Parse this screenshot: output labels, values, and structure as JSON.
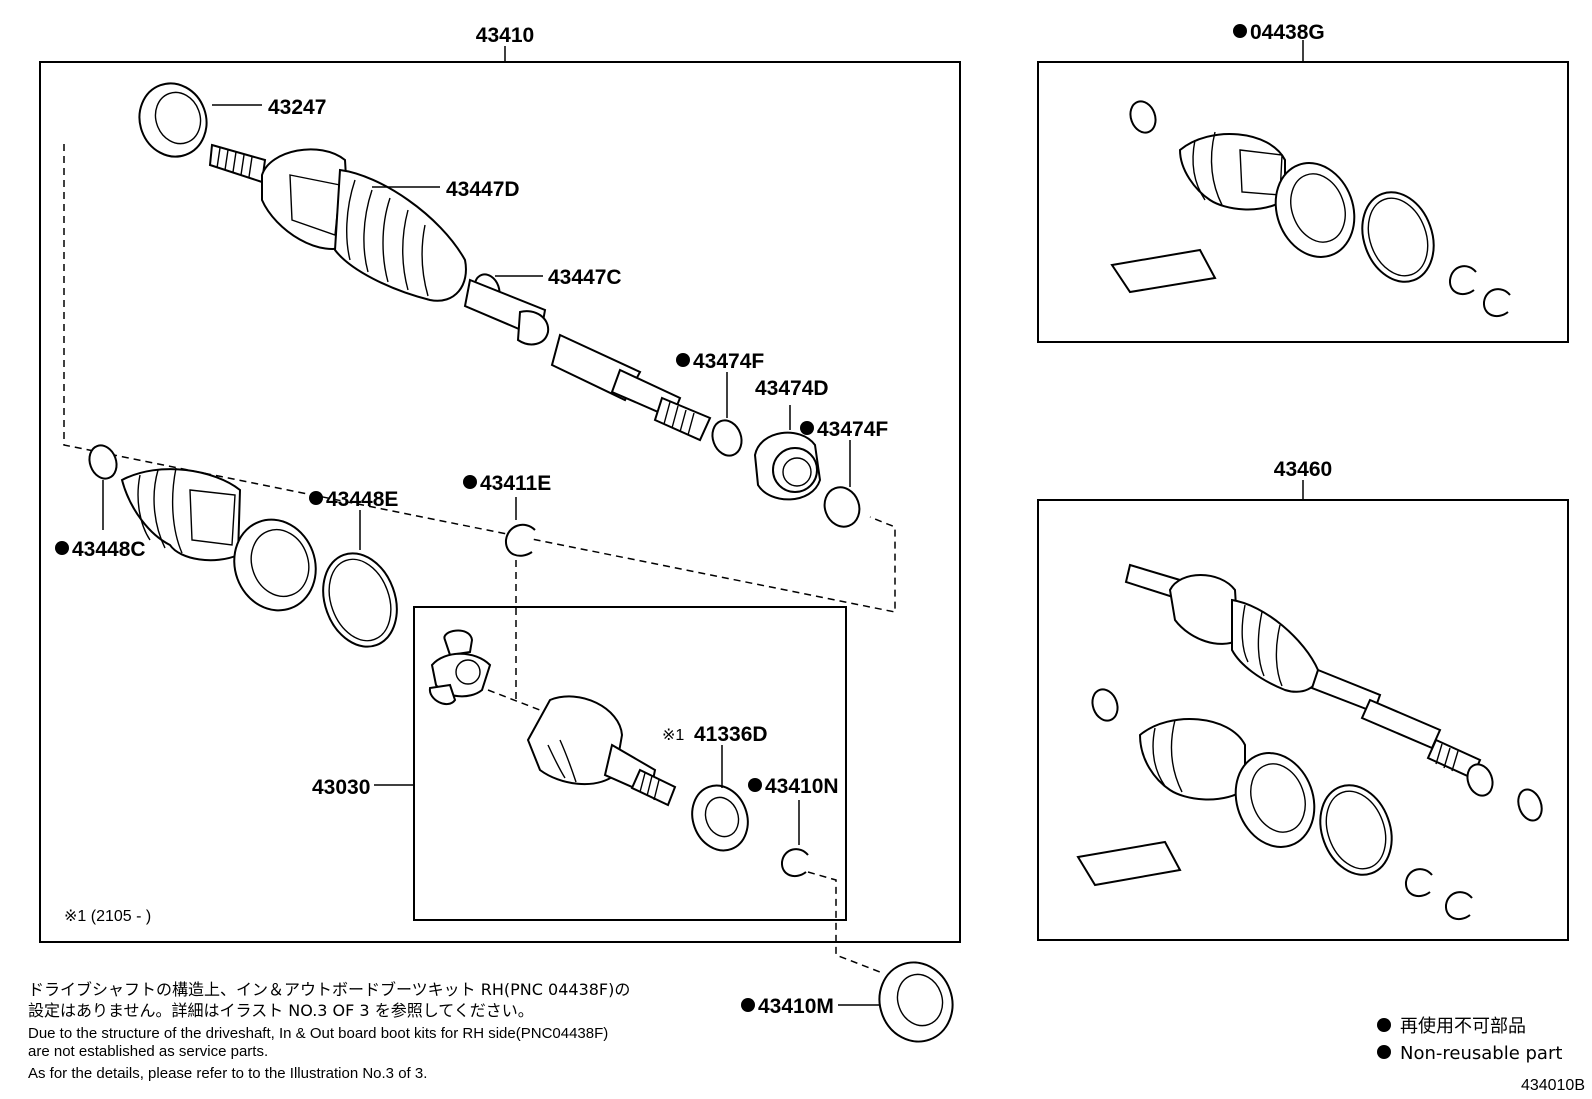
{
  "labels": {
    "main_assembly": "43410",
    "boot_kit": "04438G",
    "rh_shaft": "43460",
    "dust_seal": "43247",
    "boot_clamp_large": "43447D",
    "boot_clamp_small": "43447C",
    "snap_ring_1": "43474F",
    "damper": "43474D",
    "snap_ring_2": "43474F",
    "clamp_inboard": "43448C",
    "clamp_inboard_2": "43448E",
    "circlip": "43411E",
    "inboard_joint": "43030",
    "seal": "41336D",
    "seal_prefix": "※1",
    "snap_ring_3": "43410N",
    "bearing": "43410M"
  },
  "footnote_mark": "※1 (2105 -        )",
  "notes": {
    "jp_line1": "ドライブシャフトの構造上、イン＆アウトボードブーツキット RH(PNC 04438F)の",
    "jp_line2": "設定はありません。詳細はイラスト NO.3 OF 3 を参照してください。",
    "en_line1": "Due to the structure of the driveshaft, In & Out board  boot kits for RH side(PNC04438F)",
    "en_line2": "are not established as service parts.",
    "en_line3": "As for the details, please refer to to the Illustration No.3 of 3."
  },
  "legend": {
    "jp": "再使用不可部品",
    "en": "Non-reusable part"
  },
  "drawing_id": "434010B"
}
